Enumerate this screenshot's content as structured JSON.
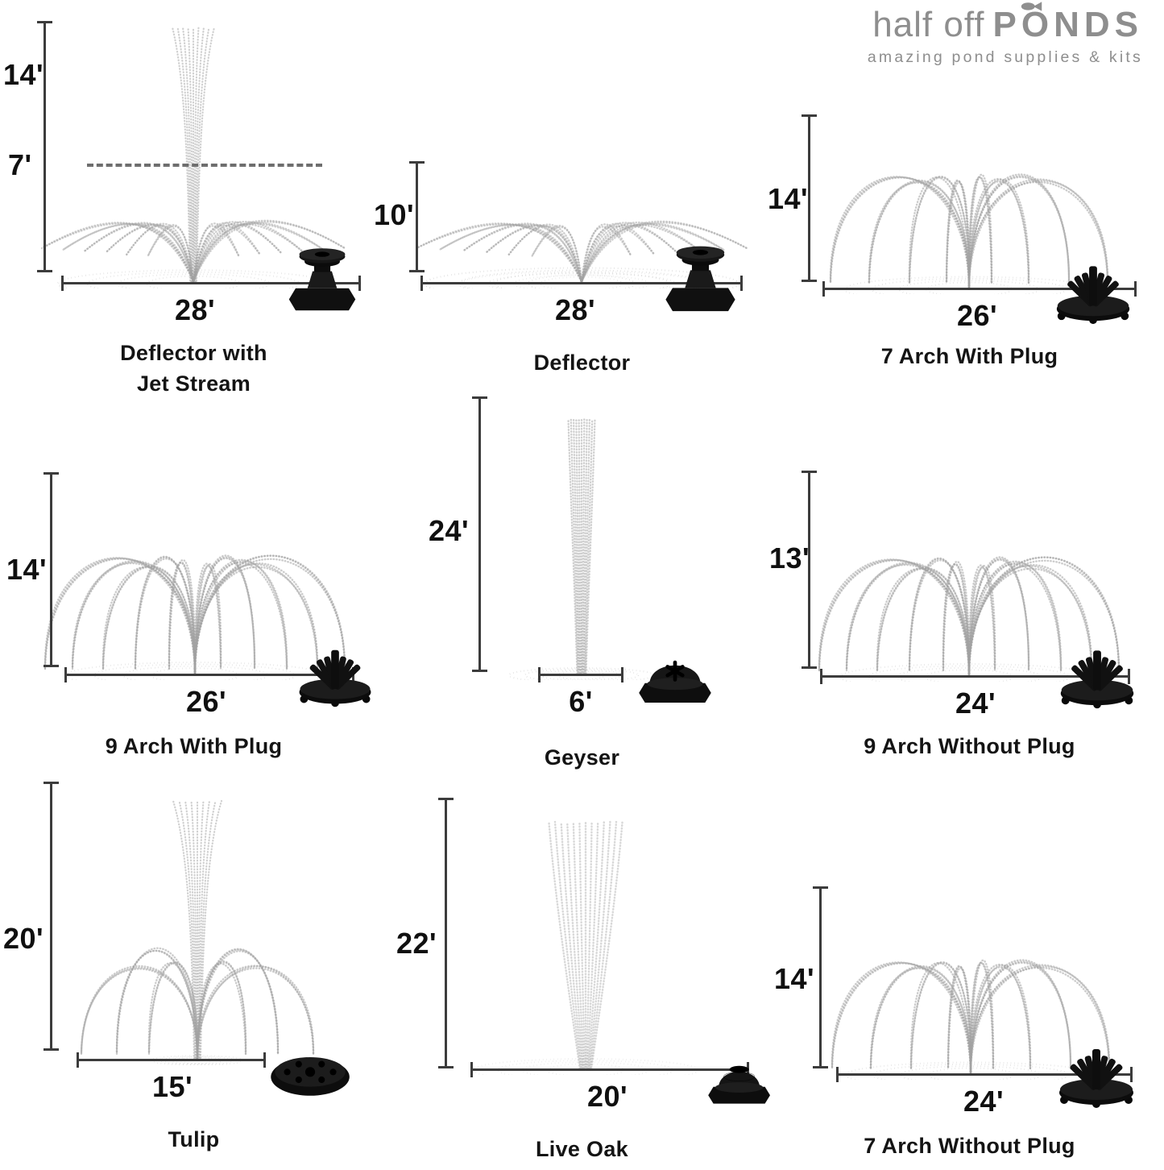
{
  "logo": {
    "prefix": "half off",
    "name": "PONDS",
    "tagline": "amazing pond supplies & kits"
  },
  "colors": {
    "spray": "#a2a2a2",
    "measure_line": "#3c3c3c",
    "text": "#141414",
    "logo_gray": "#8e8e8e",
    "nozzle_black": "#111111"
  },
  "cells": [
    {
      "label": "Deflector with\nJet Stream",
      "height_label": "14'",
      "height_ft": 14,
      "height2_label": "7'",
      "height2_ft": 7,
      "width_label": "28'",
      "width_ft": 28,
      "spray_icon": "deflector-jet-spray",
      "nozzle_icon": "deflector-nozzle"
    },
    {
      "label": "Deflector",
      "height_label": "10'",
      "height_ft": 10,
      "width_label": "28'",
      "width_ft": 28,
      "spray_icon": "deflector-spray",
      "nozzle_icon": "deflector-nozzle"
    },
    {
      "label": "7 Arch With Plug",
      "height_label": "14'",
      "height_ft": 14,
      "width_label": "26'",
      "width_ft": 26,
      "spray_icon": "7-arch-spray",
      "nozzle_icon": "arch-cluster-nozzle"
    },
    {
      "label": "9 Arch With Plug",
      "height_label": "14'",
      "height_ft": 14,
      "width_label": "26'",
      "width_ft": 26,
      "spray_icon": "9-arch-spray",
      "nozzle_icon": "arch-cluster-nozzle"
    },
    {
      "label": "Geyser",
      "height_label": "24'",
      "height_ft": 24,
      "width_label": "6'",
      "width_ft": 6,
      "spray_icon": "geyser-spray",
      "nozzle_icon": "geyser-nozzle"
    },
    {
      "label": "9 Arch Without Plug",
      "height_label": "13'",
      "height_ft": 13,
      "width_label": "24'",
      "width_ft": 24,
      "spray_icon": "9-arch-spray",
      "nozzle_icon": "arch-cluster-nozzle"
    },
    {
      "label": "Tulip",
      "height_label": "20'",
      "height_ft": 20,
      "width_label": "15'",
      "width_ft": 15,
      "spray_icon": "tulip-spray",
      "nozzle_icon": "tulip-nozzle"
    },
    {
      "label": "Live Oak",
      "height_label": "22'",
      "height_ft": 22,
      "width_label": "20'",
      "width_ft": 20,
      "spray_icon": "live-oak-spray",
      "nozzle_icon": "live-oak-nozzle"
    },
    {
      "label": "7 Arch Without Plug",
      "height_label": "14'",
      "height_ft": 14,
      "width_label": "24'",
      "width_ft": 24,
      "spray_icon": "7-arch-spray",
      "nozzle_icon": "arch-cluster-nozzle"
    }
  ]
}
